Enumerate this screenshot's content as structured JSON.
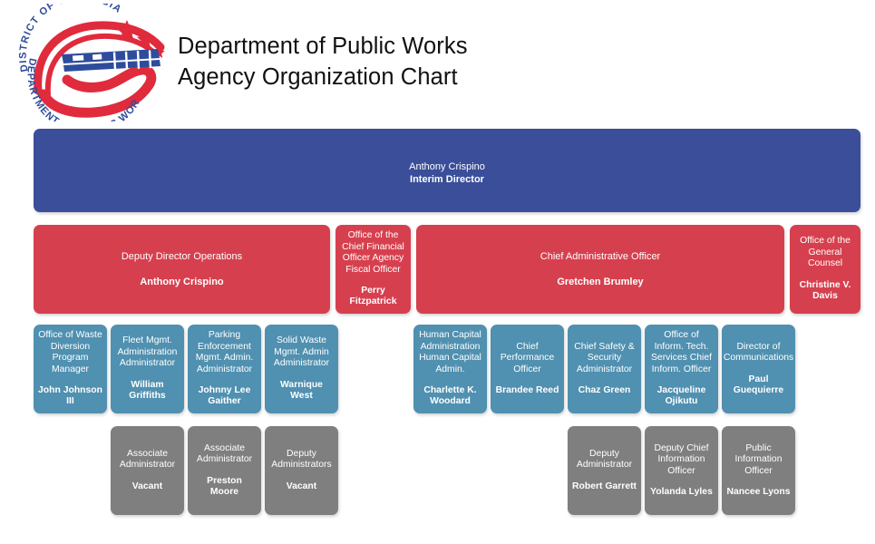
{
  "header": {
    "title_line1": "Department of Public Works",
    "title_line2": "Agency Organization Chart",
    "logo": {
      "name": "dc-dpw-seal-logo",
      "arc_top_text": "DISTRICT OF COLUMBIA",
      "arc_bottom_text": "DEPARTMENT OF PUBLIC WORKS",
      "monogram": "dpw",
      "stars": 3,
      "red": "#e02b3c",
      "blue": "#2f4c9c"
    }
  },
  "palette": {
    "navy": "#3a4e99",
    "red": "#d6404e",
    "blue": "#5090b0",
    "gray": "#7f7f7f",
    "text_on_fill": "#ffffff",
    "page_background": "#ffffff"
  },
  "chart_data": {
    "type": "diagram",
    "title": "Department of Public Works Agency Organization Chart",
    "levels": [
      {
        "level": 1,
        "tone": "navy",
        "nodes": [
          {
            "role": "Anthony Crispino",
            "person": "Interim Director"
          }
        ]
      },
      {
        "level": 2,
        "tone": "red",
        "nodes": [
          {
            "role": "Deputy Director Operations",
            "person": "Anthony Crispino"
          },
          {
            "role": "Office of the Chief Financial Officer Agency Fiscal Officer",
            "person": "Perry Fitzpatrick"
          },
          {
            "role": "Chief Administrative Officer",
            "person": "Gretchen Brumley"
          },
          {
            "role": "Office of the General Counsel",
            "person": "Christine V. Davis"
          }
        ]
      },
      {
        "level": 3,
        "tone": "blue",
        "nodes": [
          {
            "role": "Office of Waste Diversion Program Manager",
            "person": "John Johnson III"
          },
          {
            "role": "Fleet Mgmt. Administration Administrator",
            "person": "William Griffiths"
          },
          {
            "role": "Parking Enforcement Mgmt. Admin. Administrator",
            "person": "Johnny Lee Gaither"
          },
          {
            "role": "Solid Waste Mgmt. Admin Administrator",
            "person": "Warnique West"
          },
          {
            "role": "Human Capital Administration Human Capital Admin.",
            "person": "Charlette K. Woodard"
          },
          {
            "role": "Chief Performance Officer",
            "person": "Brandee Reed"
          },
          {
            "role": "Chief Safety & Security Administrator",
            "person": "Chaz Green"
          },
          {
            "role": "Office of Inform. Tech. Services Chief Inform. Officer",
            "person": "Jacqueline Ojikutu"
          },
          {
            "role": "Director of Communications",
            "person": "Paul Guequierre"
          }
        ]
      },
      {
        "level": 4,
        "tone": "gray",
        "nodes": [
          {
            "role": "Associate Administrator",
            "person": "Vacant"
          },
          {
            "role": "Associate Administrator",
            "person": "Preston Moore"
          },
          {
            "role": "Deputy Administrators",
            "person": "Vacant"
          },
          {
            "role": "Deputy Administrator",
            "person": "Robert Garrett"
          },
          {
            "role": "Deputy Chief Information Officer",
            "person": "Yolanda Lyles"
          },
          {
            "role": "Public Information Officer",
            "person": "Nancee Lyons"
          }
        ]
      }
    ]
  },
  "nodes": {
    "director": {
      "role": "Anthony Crispino",
      "person": "Interim Director"
    },
    "deputy_dir_ops": {
      "role": "Deputy Director Operations",
      "person": "Anthony Crispino"
    },
    "ocfo": {
      "role": "Office of the Chief Financial Officer Agency Fiscal Officer",
      "person": "Perry Fitzpatrick"
    },
    "cao": {
      "role": "Chief Administrative Officer",
      "person": "Gretchen Brumley"
    },
    "ogc": {
      "role": "Office of the General Counsel",
      "person": "Christine V. Davis"
    },
    "waste_diversion": {
      "role": "Office of Waste Diversion Program Manager",
      "person": "John Johnson III"
    },
    "fleet_mgmt": {
      "role": "Fleet Mgmt. Administration Administrator",
      "person": "William Griffiths"
    },
    "parking_enforcement": {
      "role": "Parking Enforcement Mgmt. Admin. Administrator",
      "person": "Johnny Lee Gaither"
    },
    "solid_waste": {
      "role": "Solid Waste Mgmt. Admin Administrator",
      "person": "Warnique West"
    },
    "human_capital": {
      "role": "Human Capital Administration Human Capital Admin.",
      "person": "Charlette K. Woodard"
    },
    "chief_performance": {
      "role": "Chief Performance Officer",
      "person": "Brandee Reed"
    },
    "safety_security": {
      "role": "Chief Safety & Security Administrator",
      "person": "Chaz Green"
    },
    "it_services": {
      "role": "Office of Inform. Tech. Services Chief Inform. Officer",
      "person": "Jacqueline Ojikutu"
    },
    "communications": {
      "role": "Director of Communications",
      "person": "Paul Guequierre"
    },
    "assoc_admin_1": {
      "role": "Associate Administrator",
      "person": "Vacant"
    },
    "assoc_admin_2": {
      "role": "Associate Administrator",
      "person": "Preston Moore"
    },
    "deputy_admins": {
      "role": "Deputy Administrators",
      "person": "Vacant"
    },
    "deputy_admin": {
      "role": "Deputy Administrator",
      "person": "Robert Garrett"
    },
    "deputy_cio": {
      "role": "Deputy Chief Information Officer",
      "person": "Yolanda Lyles"
    },
    "public_info": {
      "role": "Public Information Officer",
      "person": "Nancee Lyons"
    }
  }
}
